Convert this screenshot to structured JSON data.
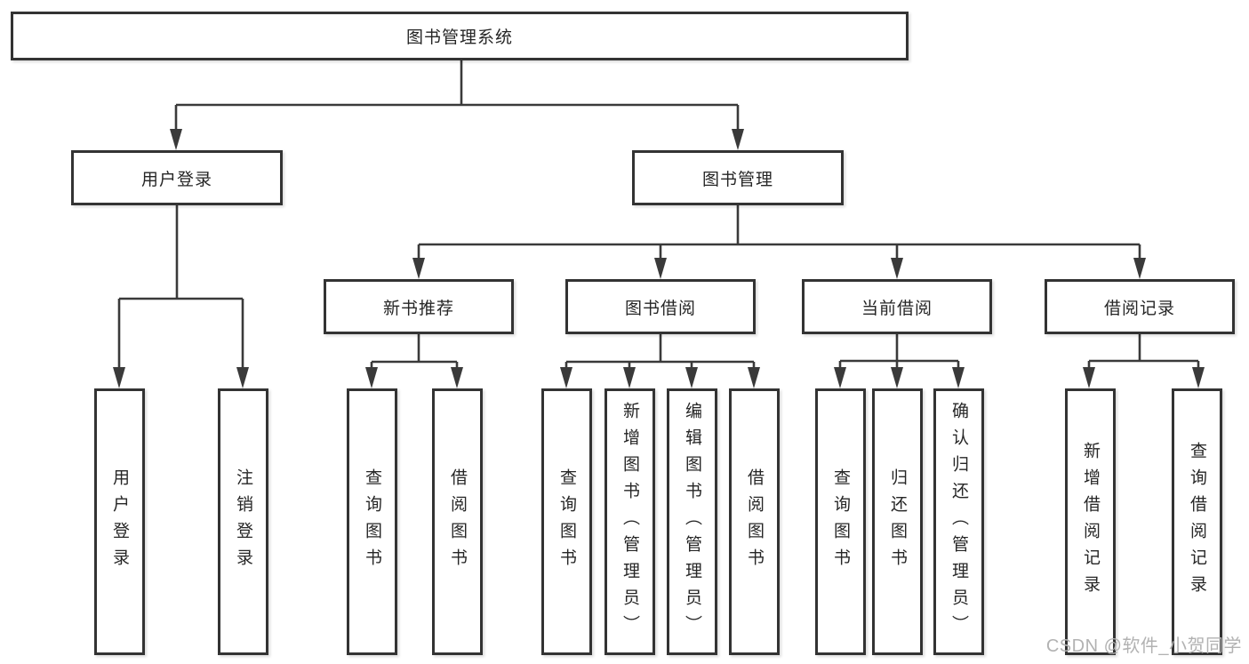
{
  "tree": {
    "root": "图书管理系统",
    "branches": [
      {
        "label": "用户登录",
        "children": [
          "用户登录",
          "注销登录"
        ]
      },
      {
        "label": "图书管理",
        "groups": [
          {
            "label": "新书推荐",
            "children": [
              "查询图书",
              "借阅图书"
            ]
          },
          {
            "label": "图书借阅",
            "children": [
              "查询图书",
              "新增图书（管理员）",
              "编辑图书（管理员）",
              "借阅图书"
            ]
          },
          {
            "label": "当前借阅",
            "children": [
              "查询图书",
              "归还图书",
              "确认归还（管理员）"
            ]
          },
          {
            "label": "借阅记录",
            "children": [
              "新增借阅记录",
              "查询借阅记录"
            ]
          }
        ]
      }
    ]
  },
  "watermark": {
    "text": "CSDN @软件_小贺同学"
  },
  "colors": {
    "line": "#3a3a3a",
    "border": "#333333",
    "text": "#262626",
    "box_fill": "#ffffff",
    "background": "#ffffff",
    "watermark": "#b2b2b2"
  }
}
